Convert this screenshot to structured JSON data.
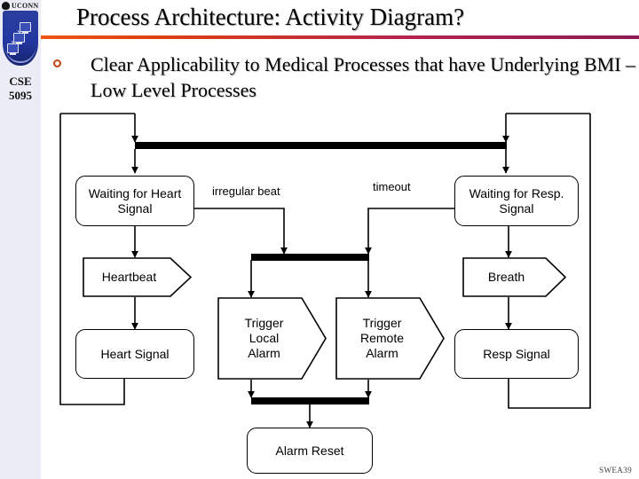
{
  "slide": {
    "title": "Process Architecture: Activity Diagram?",
    "footer": "SWEA39",
    "accent_orange": "#ef5413",
    "accent_dark_red": "#8d1b53",
    "sidebar_bg": "#ebecf5",
    "shield_blue": "#2236a0"
  },
  "sidebar": {
    "wordmark": "UCONN",
    "course_code": "CSE",
    "course_number": "5095"
  },
  "bullets": [
    {
      "marker": "hollow-circle",
      "text": "Clear Applicability to Medical Processes that have Underlying BMI – Low Level Processes"
    }
  ],
  "diagram": {
    "type": "uml-activity-diagram",
    "nodes": [
      {
        "id": "waiting-heart",
        "label": "Waiting for Heart Signal",
        "shape": "rounded-state"
      },
      {
        "id": "waiting-resp",
        "label": "Waiting for Resp. Signal",
        "shape": "rounded-state"
      },
      {
        "id": "heartbeat",
        "label": "Heartbeat",
        "shape": "pentagon-signal"
      },
      {
        "id": "breath",
        "label": "Breath",
        "shape": "pentagon-signal"
      },
      {
        "id": "heart-signal",
        "label": "Heart Signal",
        "shape": "rounded-state"
      },
      {
        "id": "resp-signal",
        "label": "Resp Signal",
        "shape": "rounded-state"
      },
      {
        "id": "trigger-local",
        "label": "Trigger Local Alarm",
        "shape": "pentagon-signal"
      },
      {
        "id": "trigger-remote",
        "label": "Trigger Remote Alarm",
        "shape": "pentagon-signal"
      },
      {
        "id": "alarm-reset",
        "label": "Alarm Reset",
        "shape": "rounded-state"
      }
    ],
    "edge_labels": [
      {
        "id": "irregular-beat",
        "text": "irregular beat"
      },
      {
        "id": "timeout",
        "text": "timeout"
      }
    ],
    "bars": [
      {
        "id": "fork-top",
        "role": "fork"
      },
      {
        "id": "fork-middle",
        "role": "join-fork"
      },
      {
        "id": "join-bottom",
        "role": "join"
      }
    ]
  }
}
